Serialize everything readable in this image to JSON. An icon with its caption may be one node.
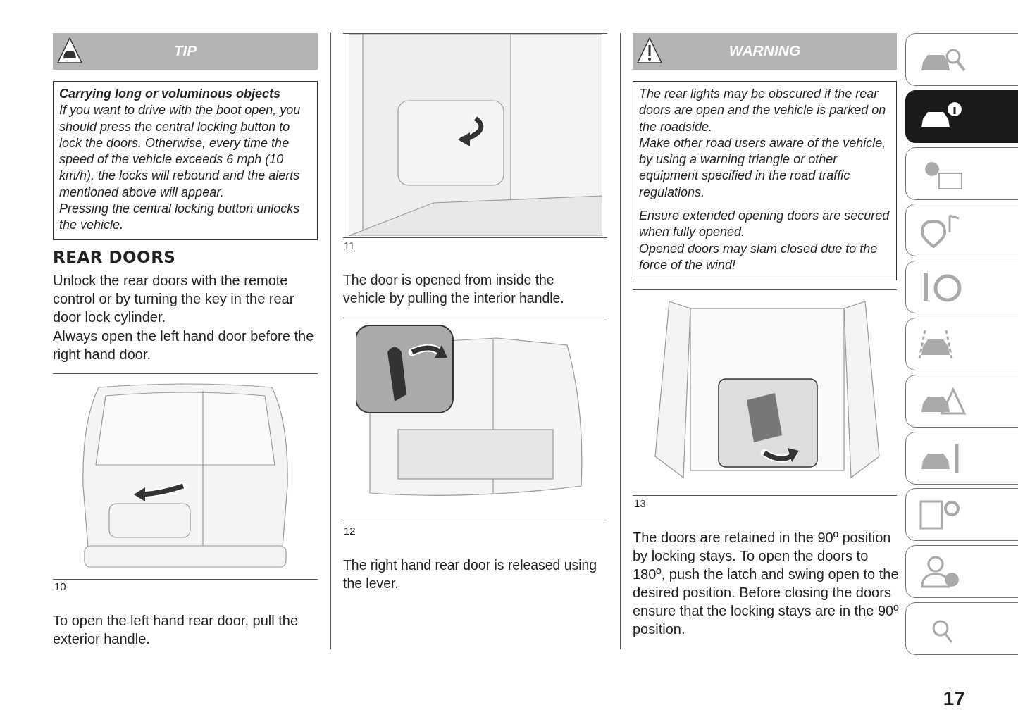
{
  "diagram": {
    "nodes": [
      {
        "text": [
          "TIP"
        ]
      },
      {
        "text": [
          "Carrying long or voluminous objects",
          "If you want to drive with the boot open, you should press the central locking button to lock the doors. Otherwise, every time the speed of the vehicle exceeds 6 mph (10 km/h), the locks will rebound and the alerts mentioned above will appear.",
          "Pressing the central locking button unlocks the vehicle."
        ]
      },
      {
        "text": [
          "WARNING"
        ]
      },
      {
        "text": [
          "The rear lights may be obscured if the rear doors are open and the vehicle is parked on the roadside.",
          "Make other road users aware of the vehicle, by using a warning triangle or other equipment specified in the road traffic regulations.",
          "Ensure extended opening doors are secured when fully opened.",
          "Opened doors may slam closed due to the force of the wind!"
        ]
      }
    ],
    "labels": [
      "REAR DOORS",
      "Unlock the rear doors with the remote control or by turning the key in the rear door lock cylinder.",
      "Always open the left hand door before the right hand door.",
      "10",
      "To open the left hand rear door, pull the exterior handle.",
      "11",
      "The door is opened from inside the vehicle by pulling the interior handle.",
      "12",
      "The right hand rear door is released using the lever.",
      "13",
      "The doors are retained in the 90º position by locking stays. To open the doors to 180º, push the latch and swing open to the desired position. Before closing the doors ensure that the locking stays are in the 90º position.",
      "17"
    ]
  }
}
